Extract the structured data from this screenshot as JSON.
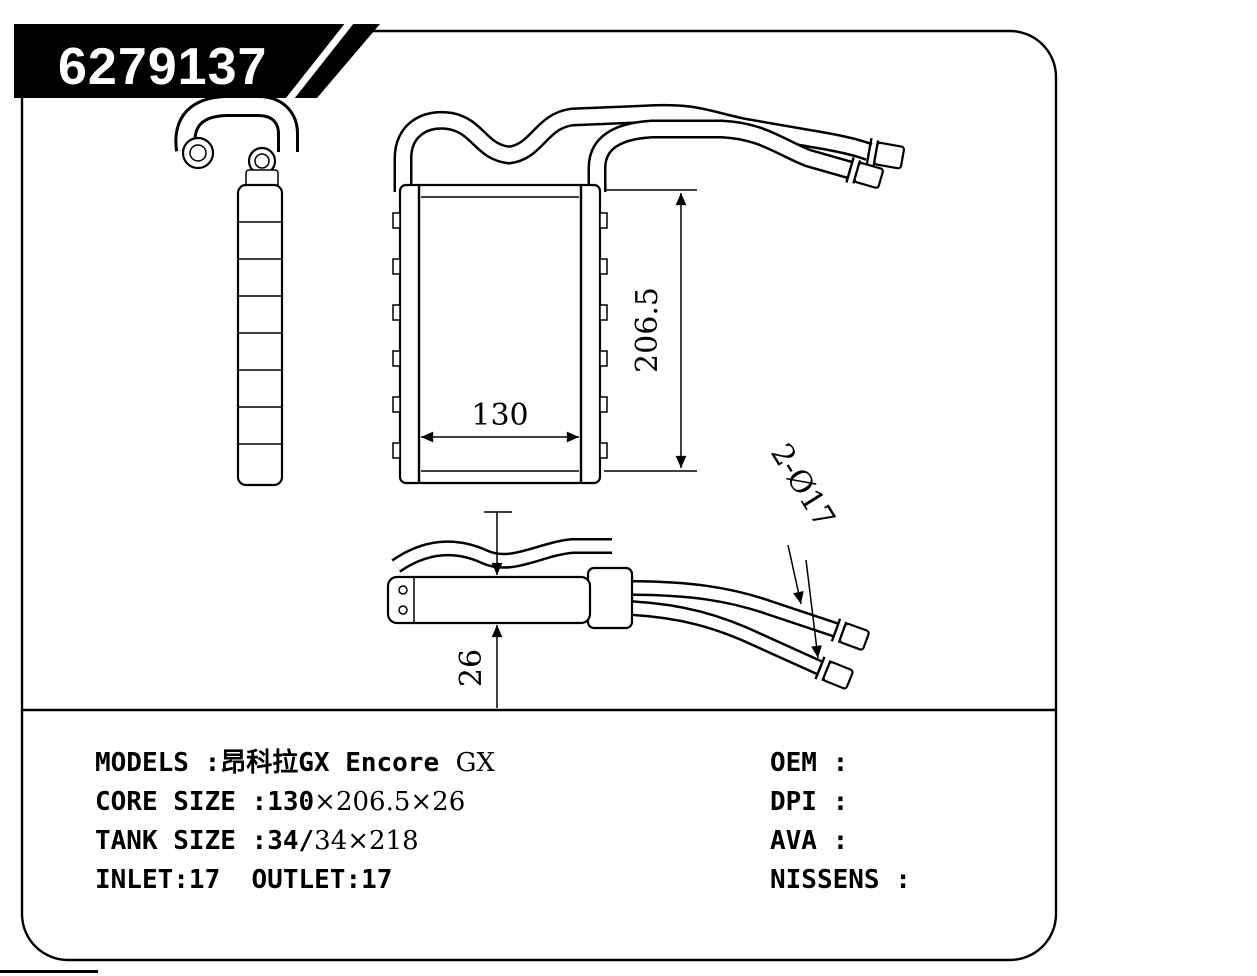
{
  "banner": {
    "part_number": "6279137"
  },
  "drawing": {
    "dim_core_width": "130",
    "dim_core_height": "206.5",
    "dim_core_depth": "26",
    "pipe_diameter_label": "2-Ø17"
  },
  "specs": {
    "rows": [
      {
        "label": "MODELS :",
        "value": "昂科拉GX Encore",
        "value2": "  GX"
      },
      {
        "label": "CORE SIZE :",
        "value": "130",
        "value2": "×206.5×26"
      },
      {
        "label": "TANK SIZE :",
        "value": "34/",
        "value2": "34×218"
      },
      {
        "label": "INLET:17  OUTLET:17",
        "value": "",
        "value2": ""
      }
    ],
    "right_rows": [
      {
        "label": "OEM :"
      },
      {
        "label": "DPI :"
      },
      {
        "label": "AVA :"
      },
      {
        "label": "NISSENS :"
      }
    ]
  }
}
